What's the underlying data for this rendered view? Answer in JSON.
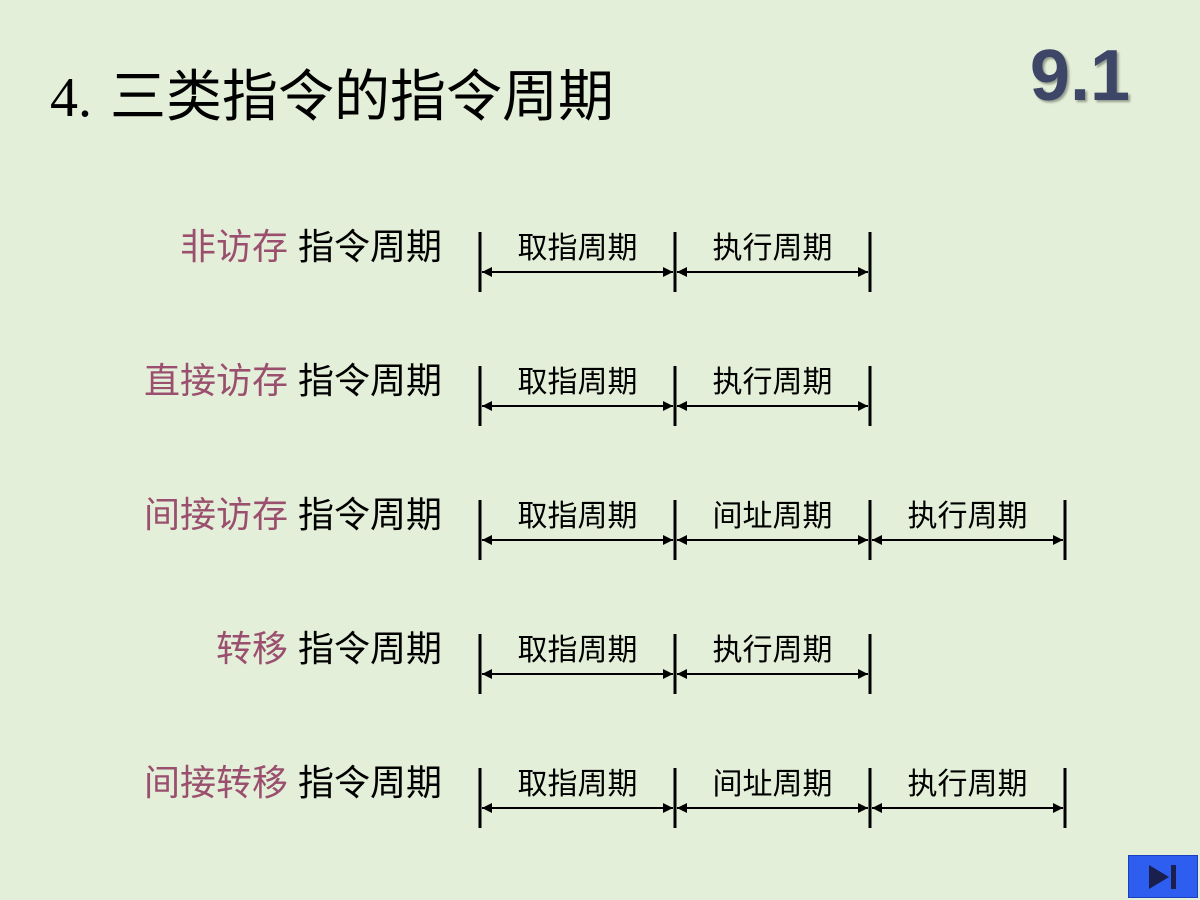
{
  "slide": {
    "number": "4.",
    "title": "三类指令的指令周期",
    "section": "9.1"
  },
  "rows": [
    {
      "kind": "非访存",
      "rest": "指令周期",
      "segments": [
        "取指周期",
        "执行周期"
      ]
    },
    {
      "kind": "直接访存",
      "rest": "指令周期",
      "segments": [
        "取指周期",
        "执行周期"
      ]
    },
    {
      "kind": "间接访存",
      "rest": "指令周期",
      "segments": [
        "取指周期",
        "间址周期",
        "执行周期"
      ]
    },
    {
      "kind": "转移",
      "rest": "指令周期",
      "segments": [
        "取指周期",
        "执行周期"
      ]
    },
    {
      "kind": "间接转移",
      "rest": "指令周期",
      "segments": [
        "取指周期",
        "间址周期",
        "执行周期"
      ]
    }
  ],
  "nav": {
    "next_icon": "play-next-icon",
    "color": "#2d5ef0"
  }
}
